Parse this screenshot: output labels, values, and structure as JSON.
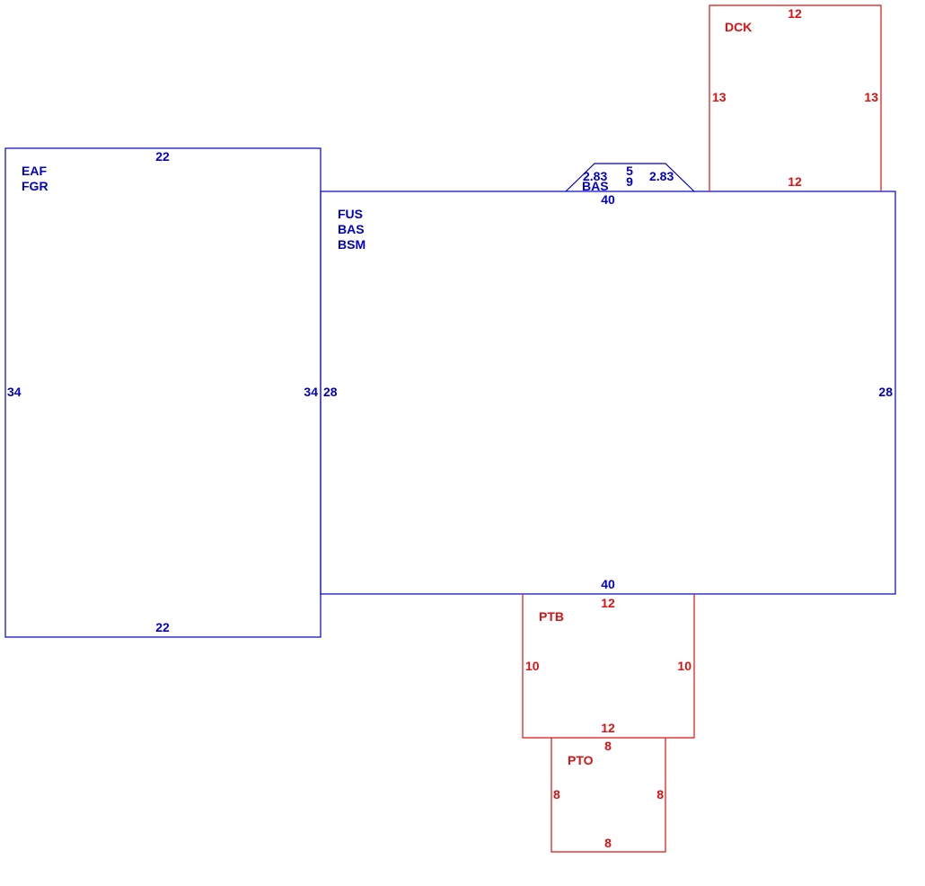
{
  "colors": {
    "main_area": "#0000cc",
    "exterior_area": "#dd1111"
  },
  "garage": {
    "codes": [
      "EAF",
      "FGR"
    ],
    "dims": {
      "top": "22",
      "bottom": "22",
      "left": "34",
      "right": "34"
    }
  },
  "main": {
    "codes": [
      "FUS",
      "BAS",
      "BSM"
    ],
    "dims": {
      "top": "40",
      "bottom": "40",
      "left": "28",
      "right": "28"
    }
  },
  "bay": {
    "code": "BAS",
    "dims": {
      "left_diag": "2.83",
      "top": "5",
      "depth": "9",
      "right_diag": "2.83"
    }
  },
  "deck": {
    "code": "DCK",
    "dims": {
      "top": "12",
      "bottom": "12",
      "left": "13",
      "right": "13"
    }
  },
  "patio_b": {
    "code": "PTB",
    "dims": {
      "top": "12",
      "bottom": "12",
      "left": "10",
      "right": "10"
    }
  },
  "patio_o": {
    "code": "PTO",
    "dims": {
      "top": "8",
      "bottom": "8",
      "left": "8",
      "right": "8"
    }
  }
}
